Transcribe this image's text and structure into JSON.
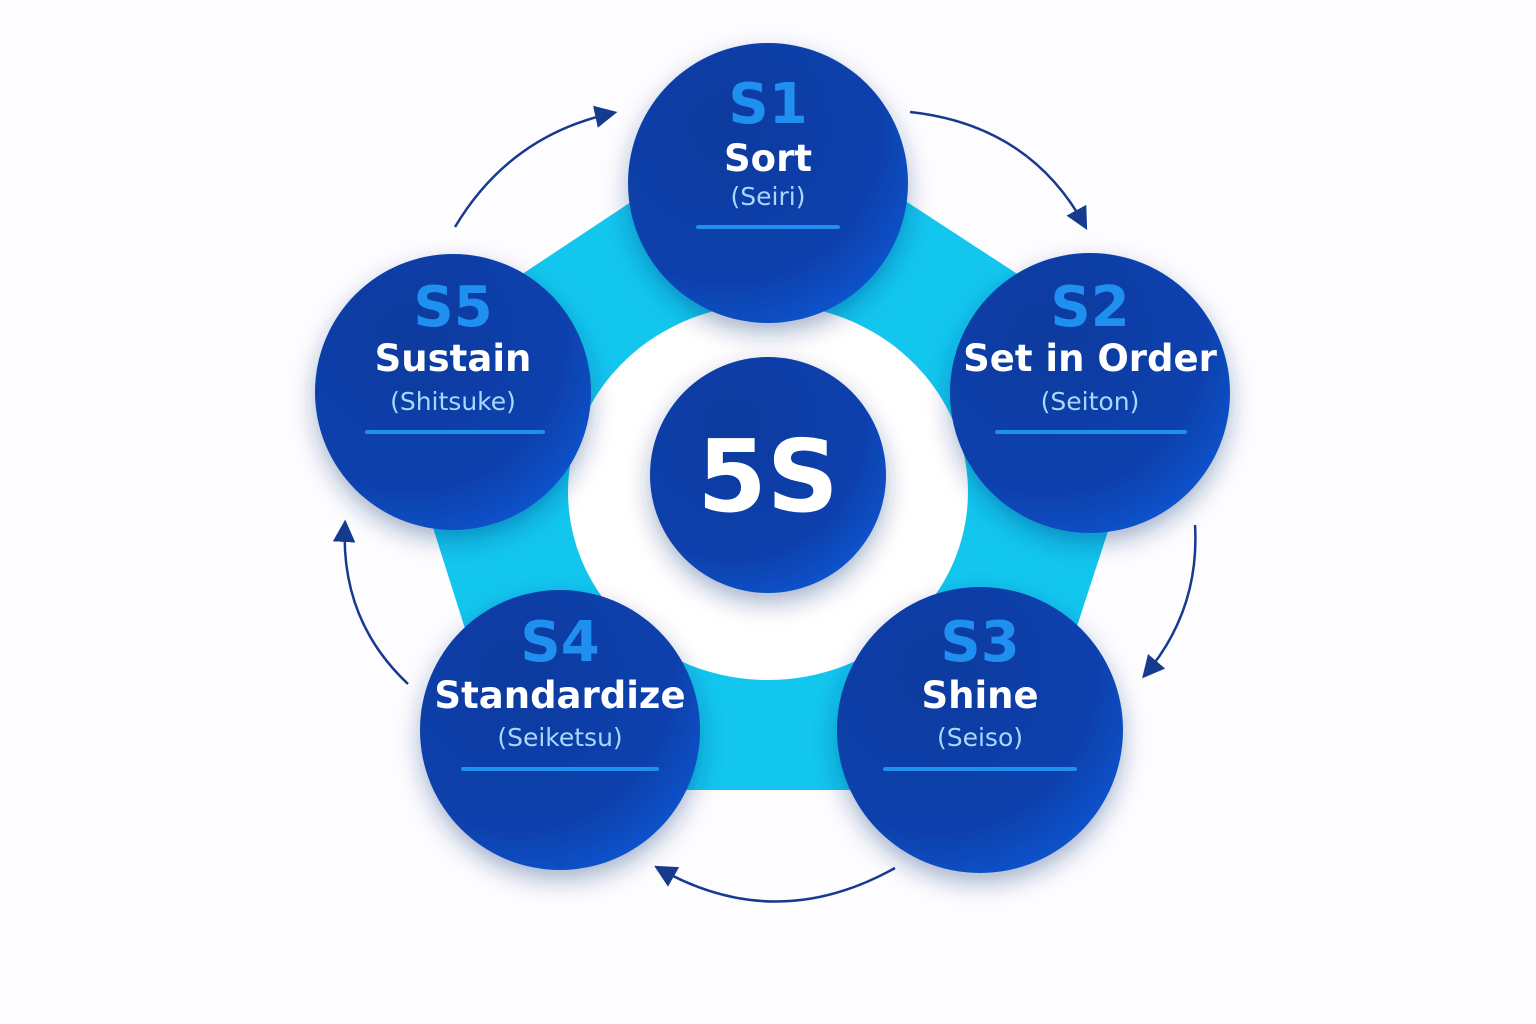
{
  "center": {
    "label": "5S"
  },
  "steps": [
    {
      "code": "S1",
      "name": "Sort",
      "japanese": "(Seiri)"
    },
    {
      "code": "S2",
      "name": "Set in Order",
      "japanese": "(Seiton)"
    },
    {
      "code": "S3",
      "name": "Shine",
      "japanese": "(Seiso)"
    },
    {
      "code": "S4",
      "name": "Standardize",
      "japanese": "(Seiketsu)"
    },
    {
      "code": "S5",
      "name": "Sustain",
      "japanese": "(Shitsuke)"
    }
  ],
  "colors": {
    "circle": "#0a3ea8",
    "circle_dark": "#06308f",
    "accent": "#1f8ff0",
    "ring": "#12c6ee",
    "subtitle": "#a9d8ff",
    "arrow": "#163a8f"
  }
}
